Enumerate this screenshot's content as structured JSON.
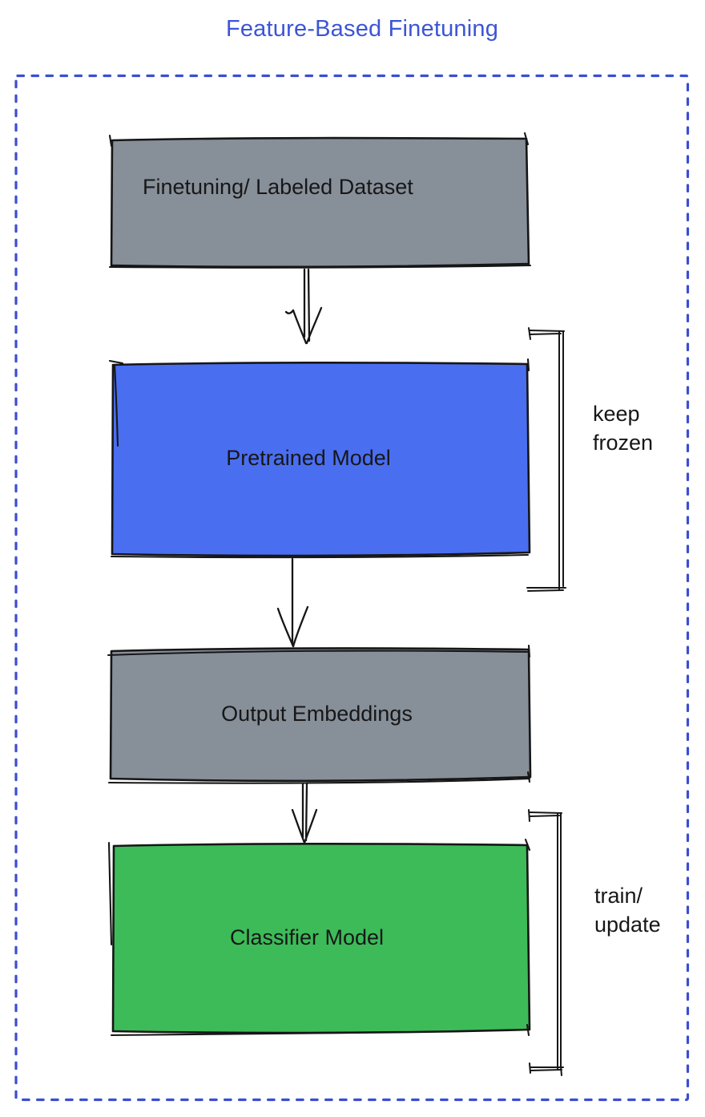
{
  "title": "Feature-Based Finetuning",
  "diagram": {
    "nodes": [
      {
        "label": "Finetuning/ Labeled Dataset",
        "fill": "gray"
      },
      {
        "label": "Pretrained Model",
        "fill": "blue"
      },
      {
        "label": "Output Embeddings",
        "fill": "gray"
      },
      {
        "label": "Classifier Model",
        "fill": "green"
      }
    ],
    "annotations": [
      {
        "text": "keep\nfrozen",
        "applies_to": "Pretrained Model"
      },
      {
        "text": "train/\nupdate",
        "applies_to": "Classifier Model"
      }
    ],
    "flow": [
      "Finetuning/ Labeled Dataset",
      "Pretrained Model",
      "Output Embeddings",
      "Classifier Model"
    ]
  },
  "colors": {
    "title": "#3c55d4",
    "dashed_border": "#3b4ed2",
    "ink": "#171717",
    "stroke": "#161616",
    "box_gray": "#878f99",
    "box_blue": "#4a6ef0",
    "box_green": "#3dbb59"
  }
}
